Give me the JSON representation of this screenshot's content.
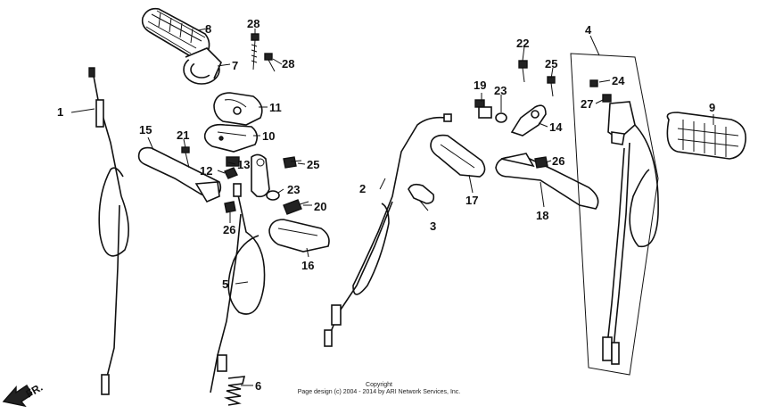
{
  "callouts": [
    "1",
    "2",
    "3",
    "4",
    "5",
    "6",
    "7",
    "8",
    "9",
    "10",
    "11",
    "12",
    "13",
    "14",
    "15",
    "16",
    "17",
    "18",
    "19",
    "20",
    "21",
    "22",
    "23",
    "23",
    "24",
    "25",
    "25",
    "26",
    "26",
    "27",
    "28",
    "28"
  ],
  "copyright": {
    "line1": "Copyright",
    "line2": "Page design (c) 2004 - 2014 by ARI Network Services, Inc."
  },
  "direction_label": "FR."
}
